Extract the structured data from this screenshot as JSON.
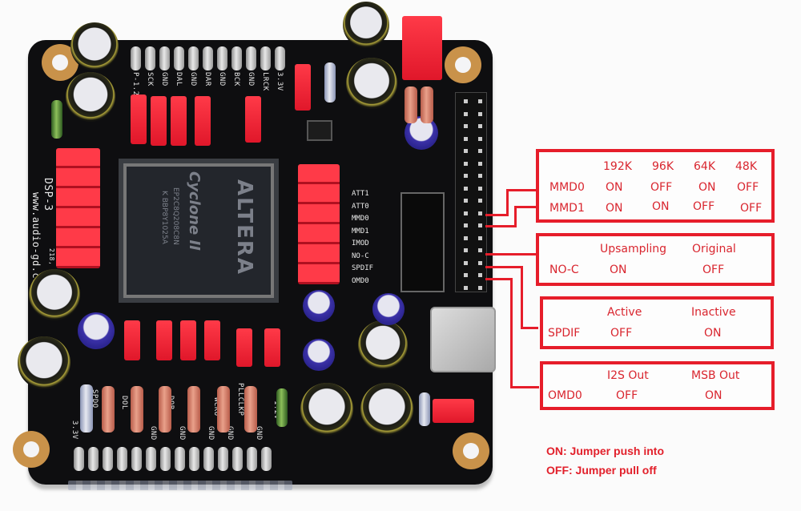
{
  "board": {
    "name": "DSP-3",
    "website": "www.audio-gd.com",
    "version_mark": "218,",
    "fpga": {
      "brand": "ALTERA",
      "family": "Cyclone II",
      "part": "EP2C8Q208C8N",
      "lot": "K BBP8Y1025A"
    },
    "top_header_labels": [
      "P-1.2V",
      "SCK",
      "GND",
      "DAL",
      "GND",
      "DAR",
      "GND",
      "BCK",
      "GND",
      "LRCK",
      "3.3V"
    ],
    "bottom_header_labels": [
      "3.3V",
      "SPDO",
      "DOL",
      "GND",
      "DOR",
      "GND",
      "BCKO",
      "GND",
      "WCKO",
      "GND",
      "PLLCLKP",
      "GND",
      "1.2V"
    ],
    "jumper_labels": [
      "ATT1",
      "ATT0",
      "MMD0",
      "MMD1",
      "IMOD",
      "NO-C",
      "SPDIF",
      "OMD0"
    ]
  },
  "annotations": {
    "sample_rate": {
      "columns": [
        "192K",
        "96K",
        "64K",
        "48K"
      ],
      "rows": [
        {
          "label": "MMD0",
          "values": [
            "ON",
            "OFF",
            "ON",
            "OFF"
          ]
        },
        {
          "label": "MMD1",
          "values": [
            "ON",
            "ON",
            "OFF",
            "OFF"
          ]
        }
      ]
    },
    "noc": {
      "columns": [
        "Upsampling",
        "Original"
      ],
      "row": {
        "label": "NO-C",
        "values": [
          "ON",
          "OFF"
        ]
      }
    },
    "spdif": {
      "columns": [
        "Active",
        "Inactive"
      ],
      "row": {
        "label": "SPDIF",
        "values": [
          "OFF",
          "ON"
        ]
      }
    },
    "omd0": {
      "columns": [
        "I2S Out",
        "MSB Out"
      ],
      "row": {
        "label": "OMD0",
        "values": [
          "OFF",
          "ON"
        ]
      }
    }
  },
  "legend": {
    "on": "ON: Jumper push into",
    "off": "OFF: Jumper pull off"
  },
  "colors": {
    "annotation_red": "#e61d2a",
    "pcb_black": "#0e0e10"
  }
}
